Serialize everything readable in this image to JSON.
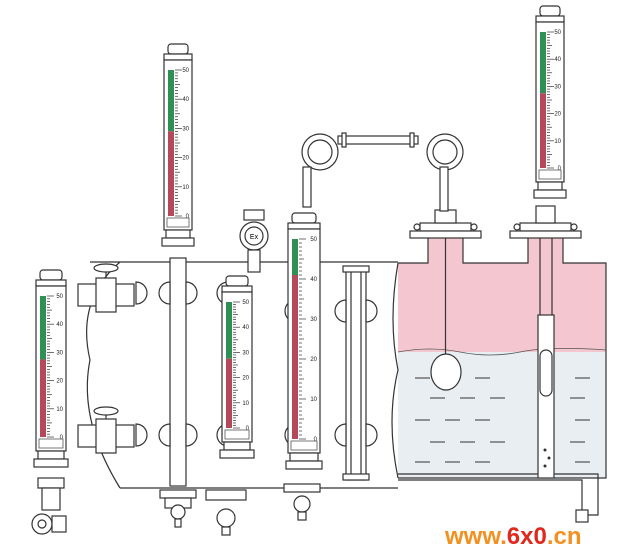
{
  "scale_labels": [
    "50",
    "40",
    "30",
    "20",
    "10",
    "0"
  ],
  "explosion_proof_mark": "Ex",
  "watermark": {
    "part1": "www.",
    "part2": "6x0",
    "part3": ".cn"
  },
  "colors": {
    "red_column": "#b5485a",
    "green_column": "#2f8f55",
    "gas_region": "#f3c6d0",
    "liquid_region": "#e8eef2",
    "watermark_orange": "#f29020",
    "watermark_red": "#e0281c"
  },
  "gauges": [
    {
      "id": "gauge-far-left",
      "red_fraction": 0.55
    },
    {
      "id": "gauge-top-tall",
      "red_fraction": 0.58
    },
    {
      "id": "gauge-middle-ex",
      "red_fraction": 0.55
    },
    {
      "id": "gauge-middle-right",
      "red_fraction": 0.82
    },
    {
      "id": "gauge-top-right",
      "red_fraction": 0.55
    }
  ]
}
